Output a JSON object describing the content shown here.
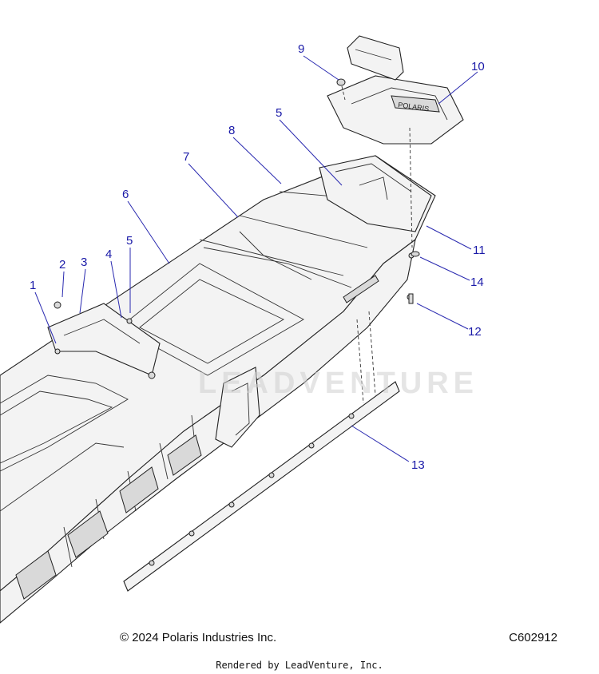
{
  "callouts": [
    {
      "label": "1"
    },
    {
      "label": "2"
    },
    {
      "label": "3"
    },
    {
      "label": "4"
    },
    {
      "label": "5"
    },
    {
      "label": "5"
    },
    {
      "label": "6"
    },
    {
      "label": "7"
    },
    {
      "label": "8"
    },
    {
      "label": "9"
    },
    {
      "label": "10"
    },
    {
      "label": "11"
    },
    {
      "label": "12"
    },
    {
      "label": "13"
    },
    {
      "label": "14"
    }
  ],
  "watermark": "LEADVENTURE",
  "hood_logo": "POLARIS",
  "footer": {
    "copyright": "© 2024 Polaris Industries Inc.",
    "code": "C602912",
    "rendered_by": "Rendered by LeadVenture, Inc."
  }
}
